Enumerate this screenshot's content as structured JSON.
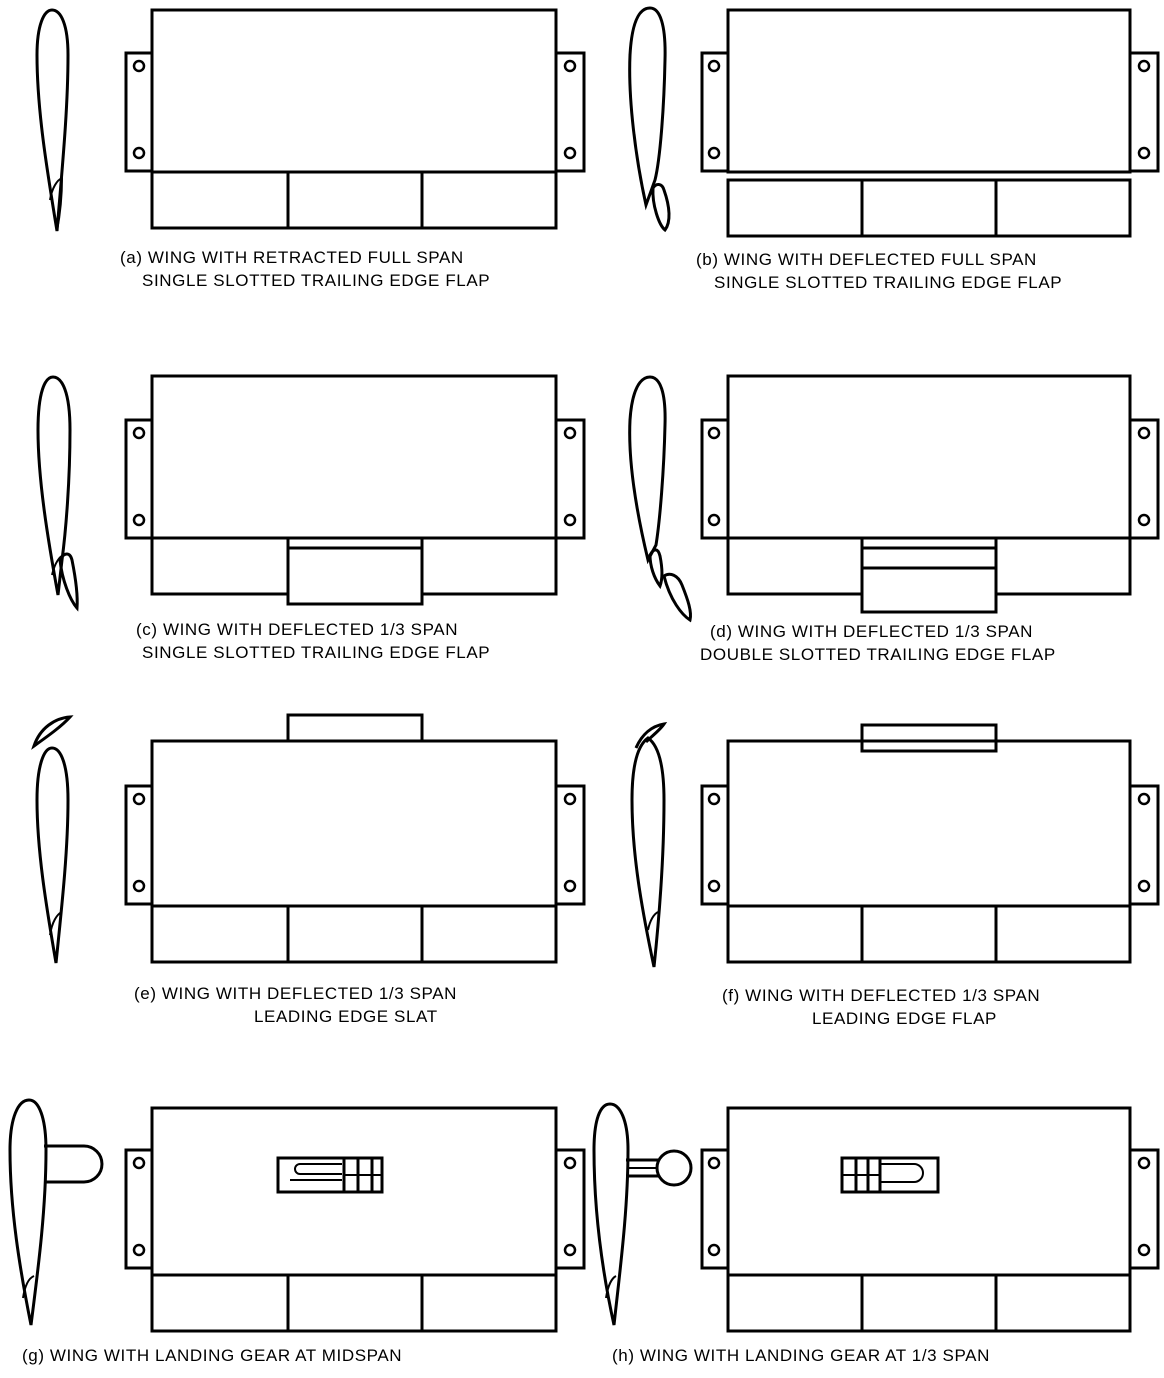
{
  "panels": {
    "a": {
      "line1": "(a)  WING WITH RETRACTED FULL SPAN",
      "line2": "SINGLE SLOTTED TRAILING EDGE FLAP"
    },
    "b": {
      "line1": "(b)  WING WITH DEFLECTED FULL SPAN",
      "line2": "SINGLE SLOTTED TRAILING EDGE FLAP"
    },
    "c": {
      "line1": "(c)  WING WITH DEFLECTED 1/3 SPAN",
      "line2": "SINGLE SLOTTED TRAILING EDGE FLAP"
    },
    "d": {
      "line1": "(d)  WING WITH DEFLECTED 1/3 SPAN",
      "line2": "DOUBLE SLOTTED TRAILING EDGE FLAP"
    },
    "e": {
      "line1": "(e)  WING WITH DEFLECTED 1/3 SPAN",
      "line2": "LEADING EDGE SLAT"
    },
    "f": {
      "line1": "(f)  WING WITH DEFLECTED  1/3 SPAN",
      "line2": "LEADING EDGE FLAP"
    },
    "g": {
      "line1": "(g)  WING WITH LANDING GEAR AT MIDSPAN"
    },
    "h": {
      "line1": "(h)  WING WITH LANDING GEAR AT 1/3 SPAN"
    }
  }
}
